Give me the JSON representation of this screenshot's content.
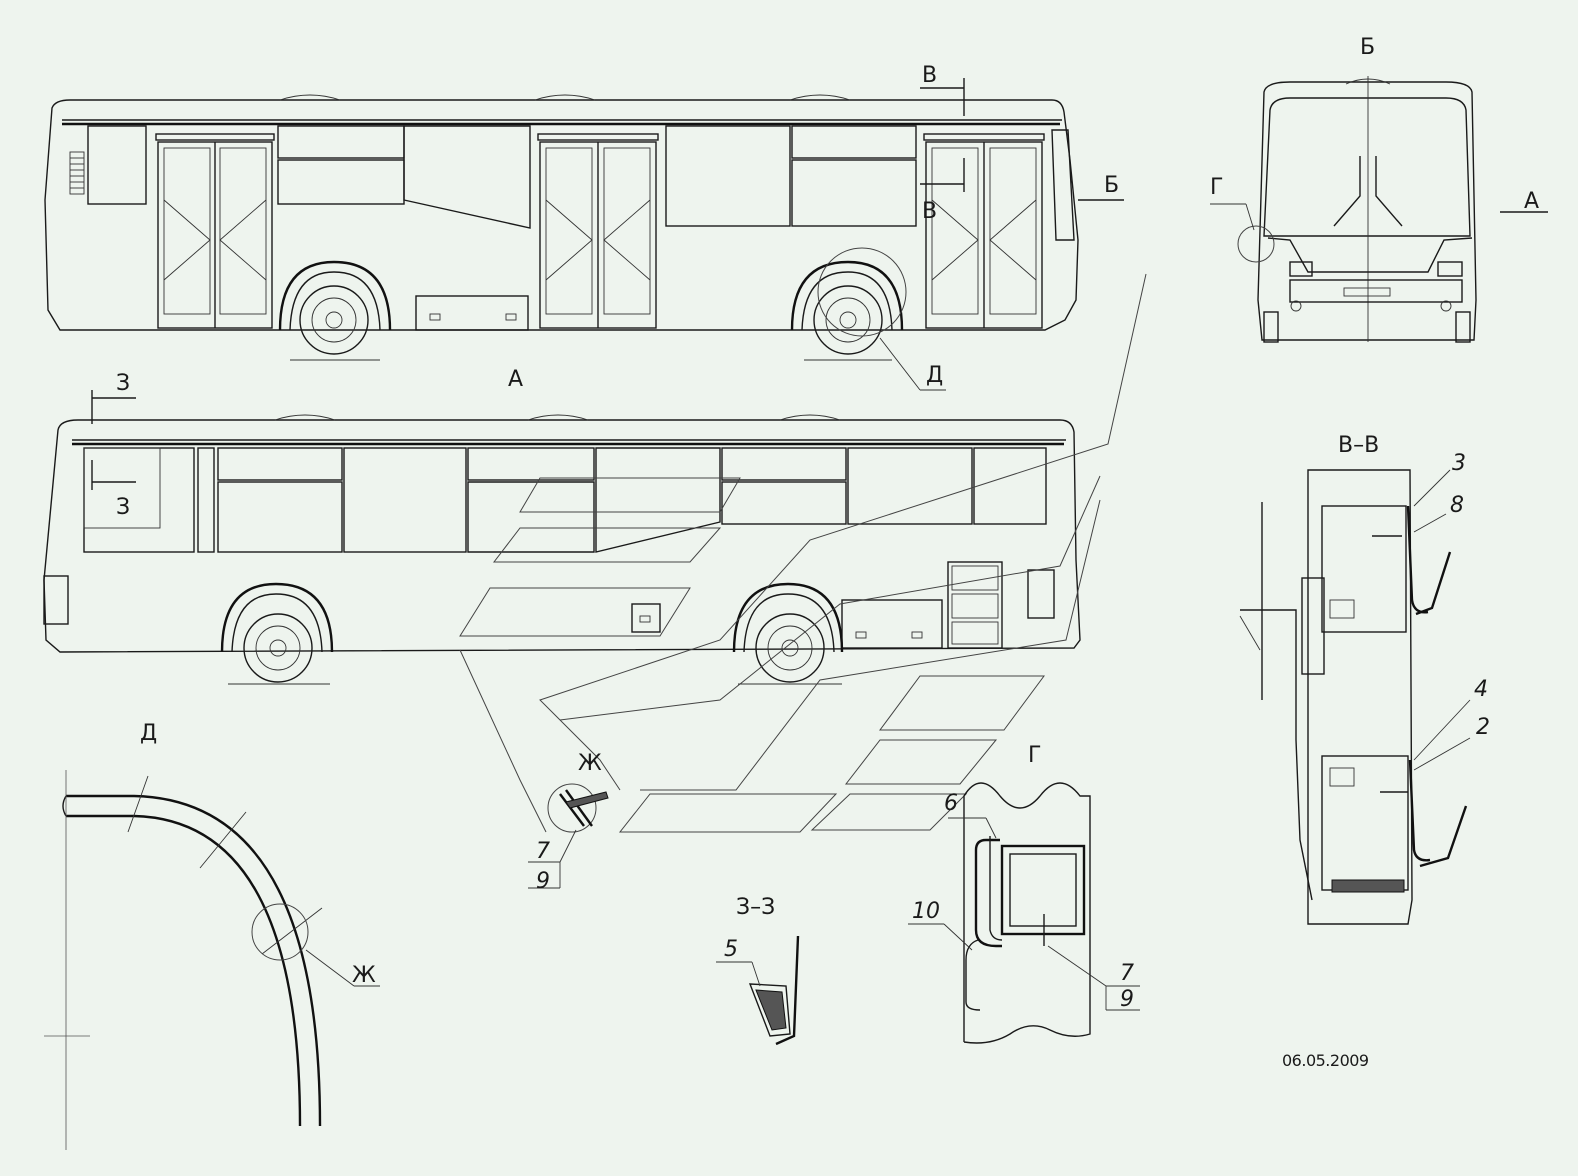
{
  "labels": {
    "view_a": "А",
    "view_b": "Б",
    "view_b_arrow": "Б",
    "view_a_arrow": "А",
    "section_v_top": "В",
    "section_v_bottom": "В",
    "section_vv": "В–В",
    "section_z_top": "З",
    "section_z_bottom": "З",
    "section_zz": "З–З",
    "detail_g_marker": "Г",
    "detail_g": "Г",
    "detail_d_marker": "Д",
    "detail_d": "Д",
    "detail_zh_marker": "Ж",
    "detail_zh": "Ж"
  },
  "callouts": {
    "vv_3": "3",
    "vv_8": "8",
    "vv_4": "4",
    "vv_2": "2",
    "zh_7": "7",
    "zh_9": "9",
    "zz_5": "5",
    "g_6": "6",
    "g_10": "10",
    "g_7": "7",
    "g_9": "9"
  },
  "date": "06.05.2009"
}
